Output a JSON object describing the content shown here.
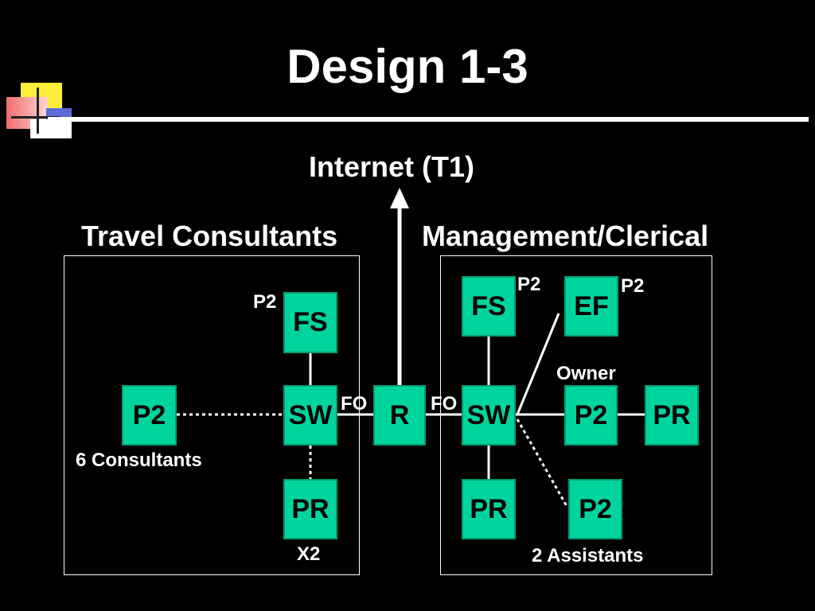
{
  "slide": {
    "title": "Design 1-3"
  },
  "diagram": {
    "internet_label": "Internet (T1)",
    "groups": {
      "travel": {
        "label": "Travel Consultants"
      },
      "management": {
        "label": "Management/Clerical"
      }
    },
    "nodes": {
      "travel_fs": "FS",
      "travel_p2": "P2",
      "travel_sw": "SW",
      "travel_pr": "PR",
      "router": "R",
      "mgmt_fs": "FS",
      "mgmt_ef": "EF",
      "mgmt_sw": "SW",
      "mgmt_p2_owner": "P2",
      "mgmt_pr_owner": "PR",
      "mgmt_pr": "PR",
      "mgmt_p2_assistants": "P2"
    },
    "annotations": {
      "travel_fs_p2": "P2",
      "travel_consultants_count": "6 Consultants",
      "travel_pr_count": "X2",
      "fo_left": "FO",
      "fo_right": "FO",
      "mgmt_fs_p2": "P2",
      "mgmt_ef_p2": "P2",
      "owner": "Owner",
      "assistants_count": "2 Assistants"
    },
    "colors": {
      "node_fill": "#00d49e",
      "background": "#000000",
      "line": "#ffffff"
    }
  }
}
